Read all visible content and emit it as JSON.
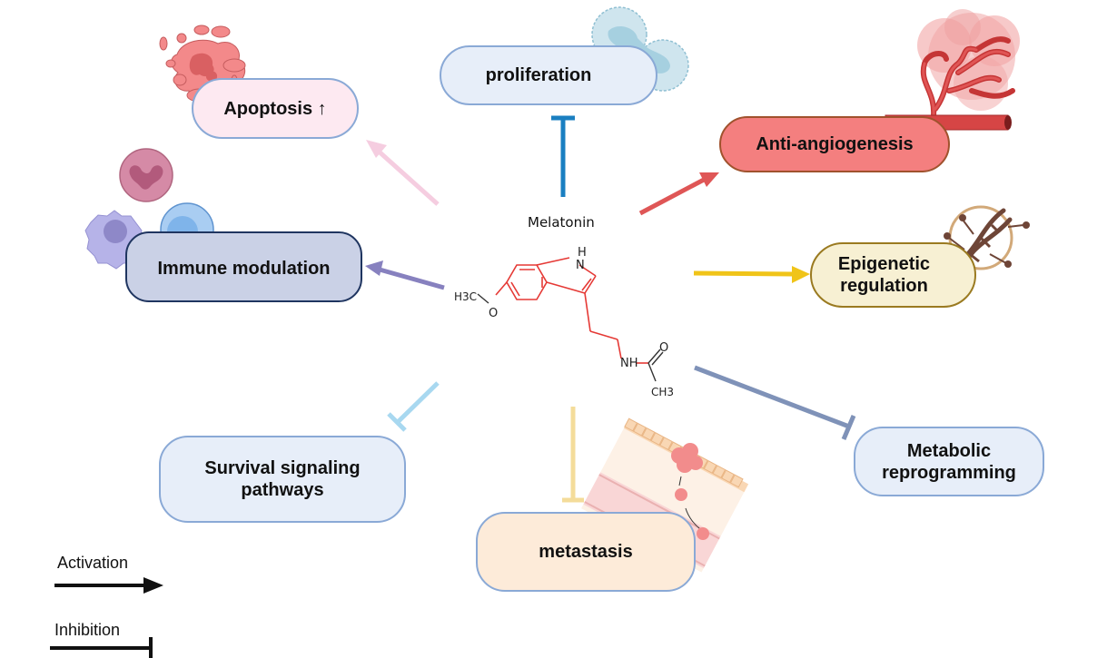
{
  "center": {
    "title": "Melatonin",
    "molecule_labels": {
      "h": "H",
      "n": "N",
      "methyl_left": "H3C",
      "oxygen_ether": "O",
      "amide_nh": "NH",
      "carbonyl_o": "O",
      "methyl_right": "CH3"
    }
  },
  "nodes": {
    "apoptosis": {
      "label": "Apoptosis ↑",
      "relation": "activation",
      "fill": "#fde9f1",
      "border": "#8aa9d6",
      "arrow_color": "#f5cde0"
    },
    "proliferation": {
      "label": "proliferation",
      "relation": "inhibition",
      "fill": "#e7eef9",
      "border": "#8aa9d6",
      "arrow_color": "#1a7fc1"
    },
    "anti_angiogenesis": {
      "label": "Anti-angiogenesis",
      "relation": "activation",
      "fill": "#f47f7f",
      "border": "#a0522d",
      "arrow_color": "#df5656"
    },
    "immune_modulation": {
      "label": "Immune modulation",
      "relation": "activation",
      "fill": "#cad1e6",
      "border": "#1f3560",
      "arrow_color": "#8781bf"
    },
    "epigenetic_regulation": {
      "label_line1": "Epigenetic",
      "label_line2": "regulation",
      "relation": "activation",
      "fill": "#f7f0d3",
      "border": "#9a7a20",
      "arrow_color": "#f0c419"
    },
    "survival_signaling": {
      "label_line1": "Survival signaling",
      "label_line2": "pathways",
      "relation": "inhibition",
      "fill": "#e7eef9",
      "border": "#8aa9d6",
      "arrow_color": "#a8d8f0"
    },
    "metastasis": {
      "label": "metastasis",
      "relation": "inhibition",
      "fill": "#fdebd9",
      "border": "#8aa9d6",
      "arrow_color": "#f4dc9a"
    },
    "metabolic_reprogramming": {
      "label_line1": "Metabolic",
      "label_line2": "reprogramming",
      "relation": "inhibition",
      "fill": "#e7eef9",
      "border": "#8aa9d6",
      "arrow_color": "#7f92b8"
    }
  },
  "legend": {
    "activation_label": "Activation",
    "inhibition_label": "Inhibition"
  }
}
